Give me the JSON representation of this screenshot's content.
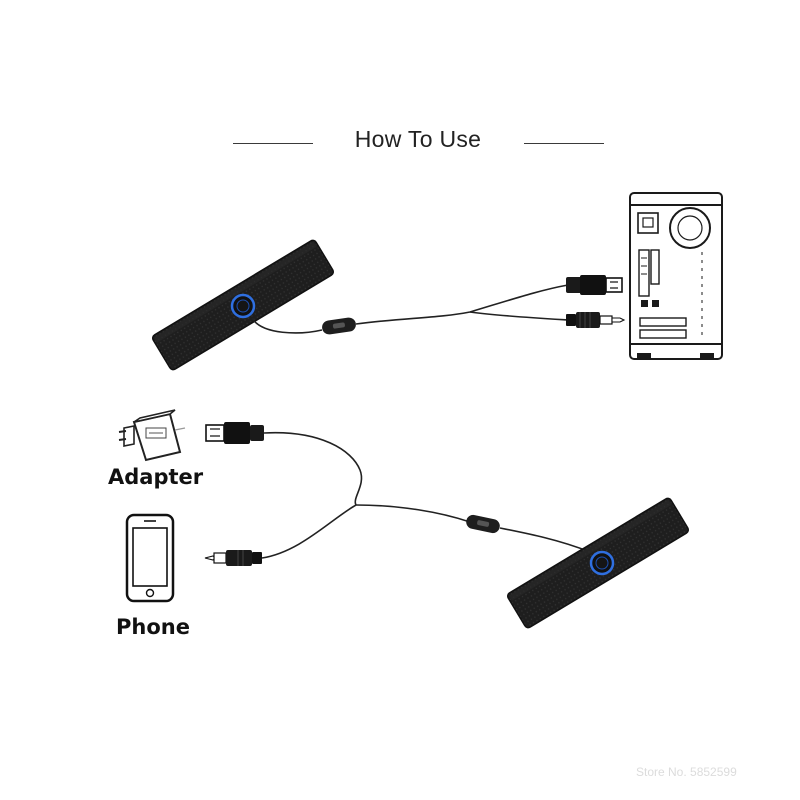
{
  "header": {
    "title": "How To Use"
  },
  "labels": {
    "adapter": "Adapter",
    "phone": "Phone"
  },
  "watermark": "Store No. 5852599",
  "icons": {
    "speaker": "speaker-bar-icon",
    "computer": "computer-tower-icon",
    "adapter": "power-adapter-icon",
    "phone": "smartphone-icon",
    "usb": "usb-plug-icon",
    "audio": "audio-jack-icon",
    "switch": "inline-switch-icon"
  },
  "colors": {
    "speaker_body": "#1f1f1f",
    "power_ring": "#2f6fe0",
    "line": "#222222"
  }
}
